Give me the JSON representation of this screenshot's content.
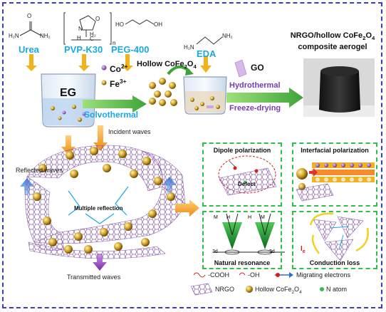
{
  "reactants": {
    "urea_label": "Urea",
    "pvp_label": "PVP-K30",
    "peg_label": "PEG-400",
    "eda_label": "EDA",
    "go_label": "GO",
    "eg_label": "EG",
    "co_ion": "Co",
    "co_charge": "2+",
    "fe_ion": "Fe",
    "fe_charge": "3+",
    "urea_atoms": {
      "o": "O",
      "h2n": "H₂N",
      "nh2": "NH₂"
    },
    "pvp_atoms": {
      "o": "O",
      "n": "N",
      "h": "H",
      "h2": "H₂",
      "c": "C",
      "n_sub": "n"
    },
    "peg_atoms": {
      "ho": "HO",
      "oh": "OH"
    },
    "eda_atoms": {
      "h2n": "H₂N",
      "nh2": "NH₂"
    }
  },
  "process": {
    "solvothermal": "Solvothermal",
    "hollow_label": "Hollow CoFe",
    "hollow_sub1": "2",
    "hollow_o": "O",
    "hollow_sub2": "4",
    "hydrothermal": "Hydrothermal",
    "freeze_drying": "Freeze-drying"
  },
  "product": {
    "title_line1": "NRGO/hollow CoFe",
    "title_sub1": "2",
    "title_o": "O",
    "title_sub2": "4",
    "title_line2": "composite aerogel"
  },
  "waves": {
    "incident": "Incident waves",
    "reflected": "Reflected waves",
    "transmitted": "Transmitted waves",
    "multiple": "Multiple reflection"
  },
  "mechanisms": {
    "dipole": "Dipole polarization",
    "defect": "Defect",
    "interfacial": "Interfacial polarization",
    "natural": "Natural resonance",
    "conduction": "Conduction loss",
    "m_label": "M",
    "h_label": "H",
    "d_label": "3d",
    "ie_label": "I",
    "ie_sub": "e"
  },
  "legend": {
    "cooh": "-COOH",
    "oh": "-OH",
    "migrating": "Migrating electrons",
    "nrgo": "NRGO",
    "hollow": "Hollow CoFe",
    "hollow_sub1": "2",
    "hollow_o": "O",
    "hollow_sub2": "4",
    "n_atom": "N atom"
  },
  "colors": {
    "frame": "#3a3ad8",
    "cyan": "#1aa8e6",
    "green_panel": "#2fbf4a",
    "graphene": "#9a6fb0",
    "sphere_gold": "#c8a030",
    "arrow_orange": "#f0a020",
    "arrow_blue": "#3a8ae0",
    "arrow_purple": "#8a3ab0",
    "arrow_green": "#6cc83a"
  }
}
